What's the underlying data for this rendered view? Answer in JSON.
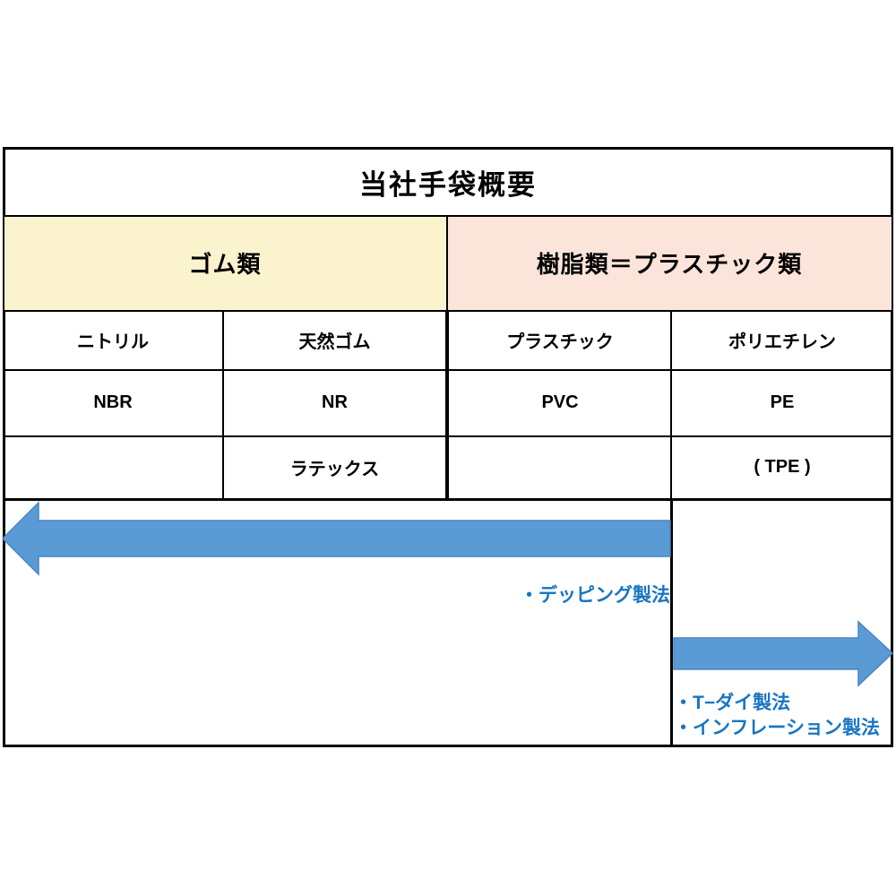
{
  "title": "当社手袋概要",
  "categories": {
    "rubber": {
      "label": "ゴム類",
      "bg": "#FBF2CE"
    },
    "plastic": {
      "label": "樹脂類＝プラスチック類",
      "bg": "#FBE4D9"
    }
  },
  "columns": [
    {
      "material": "ニトリル",
      "code": "NBR",
      "extra": ""
    },
    {
      "material": "天然ゴム",
      "code": "NR",
      "extra": "ラテックス"
    },
    {
      "material": "プラスチック",
      "code": "PVC",
      "extra": ""
    },
    {
      "material": "ポリエチレン",
      "code": "PE",
      "extra": "( TPE )"
    }
  ],
  "processes": {
    "rubber_arrow_label": "・デッピング製法",
    "plastic_arrow_labels": [
      "・T−ダイ製法",
      "・インフレーション製法"
    ]
  },
  "colors": {
    "arrow_fill": "#5B9BD5",
    "arrow_stroke": "#4A84C0",
    "process_text": "#1775C2",
    "rubber_band": "#FBF2CE",
    "plastic_band": "#FBE4D9",
    "grid": "#000000"
  }
}
